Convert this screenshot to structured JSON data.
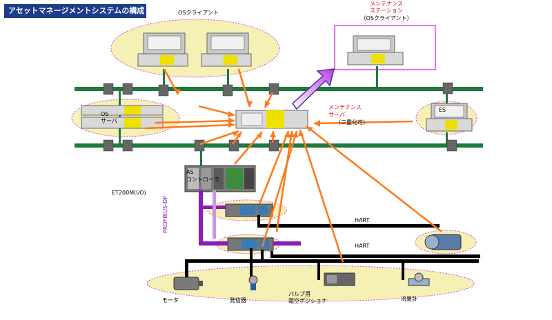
{
  "title": "アセットマネージメントシステムの構成",
  "labels": {
    "os_client": "OSクライアント",
    "maint_station_line1": "メンテナンス",
    "maint_station_line2": "ステーション",
    "maint_station_line3": "（OSクライアント）",
    "os_server_line1": "OS",
    "os_server_line2": "サーバ",
    "maint_server_line1": "メンテナンス",
    "maint_server_line2": "サーバ",
    "maint_server_line3": "（二重化可）",
    "es": "ES",
    "as_line1": "AS",
    "as_line2": "コントローラ",
    "et200m": "ET200M(I/O)",
    "profibus": "PROFIBUS-DP",
    "hart1": "HART",
    "hart2": "HART",
    "motor": "モータ",
    "transmitter": "発信器",
    "valve_line1": "バルブ用",
    "valve_line2": "電空ポジショナ",
    "flowmeter": "流量計"
  },
  "colors": {
    "title_bg": "#1c3c8c",
    "bus_green": "#1e7a3c",
    "ellipse_fill": "#f5f0b4",
    "ellipse_border": "#e040e0",
    "arrow_orange": "#ff7a1a",
    "profibus_purple": "#8c1ab4",
    "label_red": "#e00000"
  }
}
